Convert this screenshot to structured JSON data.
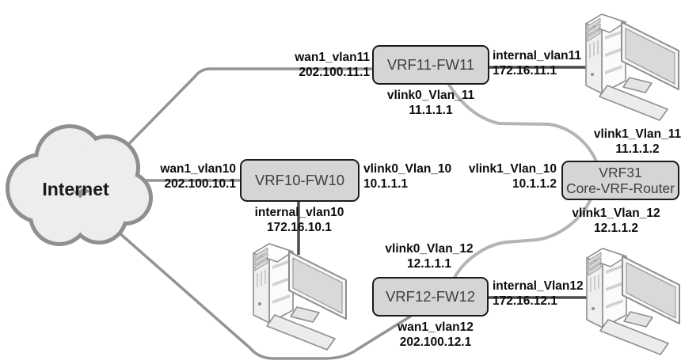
{
  "internet": {
    "label": "Internet"
  },
  "nodes": {
    "fw11": {
      "label": "VRF11-FW11"
    },
    "fw10": {
      "label": "VRF10-FW10"
    },
    "fw12": {
      "label": "VRF12-FW12"
    },
    "router": {
      "line1": "VRF31",
      "line2": "Core-VRF-Router"
    }
  },
  "interfaces": {
    "wan1_vlan11": {
      "name": "wan1_vlan11",
      "ip": "202.100.11.1"
    },
    "internal_vlan11": {
      "name": "internal_vlan11",
      "ip": "172.16.11.1"
    },
    "vlink0_vlan_11": {
      "name": "vlink0_Vlan_11",
      "ip": "11.1.1.1"
    },
    "vlink1_vlan_11": {
      "name": "vlink1_Vlan_11",
      "ip": "11.1.1.2"
    },
    "wan1_vlan10": {
      "name": "wan1_vlan10",
      "ip": "202.100.10.1"
    },
    "vlink0_vlan_10": {
      "name": "vlink0_Vlan_10",
      "ip": "10.1.1.1"
    },
    "vlink1_vlan_10": {
      "name": "vlink1_Vlan_10",
      "ip": "10.1.1.2"
    },
    "internal_vlan10": {
      "name": "internal_vlan10",
      "ip": "172.16.10.1"
    },
    "vlink1_vlan_12": {
      "name": "vlink1_Vlan_12",
      "ip": "12.1.1.2"
    },
    "vlink0_vlan_12": {
      "name": "vlink0_Vlan_12",
      "ip": "12.1.1.1"
    },
    "internal_vlan12": {
      "name": "internal_Vlan12",
      "ip": "172.16.12.1"
    },
    "wan1_vlan12": {
      "name": "wan1_vlan12",
      "ip": "202.100.12.1"
    }
  },
  "colors": {
    "node_fill": "#d5d5d5",
    "node_border": "#1b1b1b",
    "wan_line": "#949494",
    "vlink_line": "#b4b4b4",
    "internal_line": "#4a4a4a",
    "cloud_fill": "#ededed",
    "cloud_border": "#8f8f8f"
  }
}
